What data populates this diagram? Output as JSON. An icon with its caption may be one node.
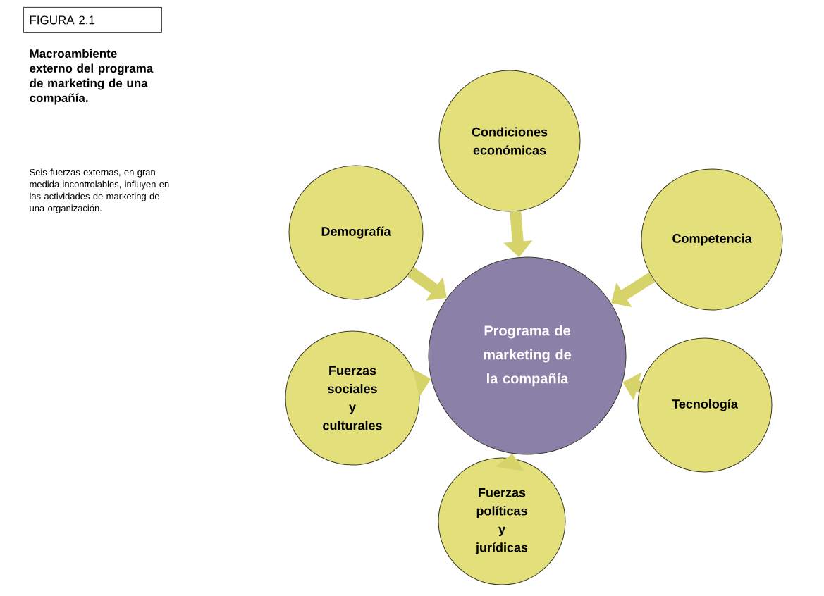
{
  "diagram": {
    "title": "Macroambiente externo del programa de marketing de una compañía.",
    "caption": "Seis fuerzas externas, en gran medida incontrolables, influyen en las actividades de marketing de una organización.",
    "nodes": [
      {
        "text": [
          "FIGURA 2.1"
        ]
      },
      {
        "text": [
          "Condiciones económicas"
        ]
      },
      {
        "text": [
          "Demografía"
        ]
      },
      {
        "text": [
          "Competencia"
        ]
      },
      {
        "text": [
          "Programa de marketing de la compañía"
        ]
      },
      {
        "text": [
          "Fuerzas sociales y culturales"
        ]
      },
      {
        "text": [
          "Tecnología"
        ]
      },
      {
        "text": [
          "Fuerzas políticas y jurídicas"
        ]
      }
    ],
    "edges": [
      {
        "from": 1,
        "to": 4,
        "arrow": "to"
      },
      {
        "from": 2,
        "to": 4,
        "arrow": "to"
      },
      {
        "from": 3,
        "to": 4,
        "arrow": "to"
      },
      {
        "from": 5,
        "to": 4,
        "arrow": "to"
      },
      {
        "from": 6,
        "to": 4,
        "arrow": "to"
      },
      {
        "from": 7,
        "to": 4,
        "arrow": "to"
      }
    ]
  }
}
